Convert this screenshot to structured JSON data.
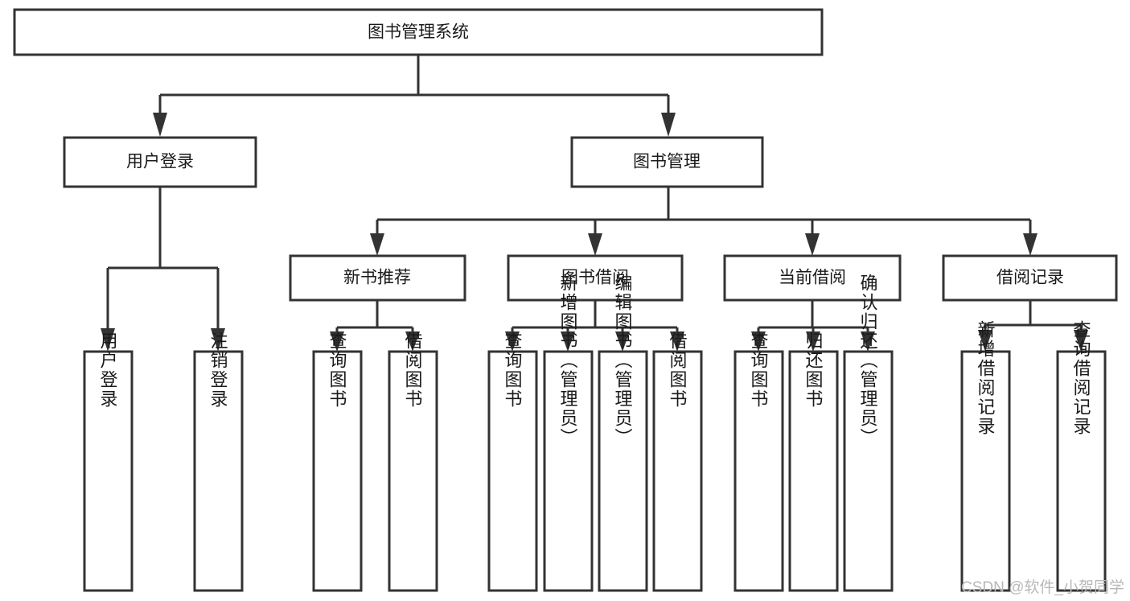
{
  "diagram": {
    "title": "图书管理系统",
    "type": "tree-hierarchy",
    "root": {
      "label": "图书管理系统"
    },
    "level1": [
      {
        "label": "用户登录"
      },
      {
        "label": "图书管理"
      }
    ],
    "level2": [
      {
        "label": "新书推荐",
        "parent": "图书管理"
      },
      {
        "label": "图书借阅",
        "parent": "图书管理"
      },
      {
        "label": "当前借阅",
        "parent": "图书管理"
      },
      {
        "label": "借阅记录",
        "parent": "图书管理"
      }
    ],
    "leaves": {
      "user_login": [
        {
          "label": "用户登录"
        },
        {
          "label": "注销登录"
        }
      ],
      "new_book_recommend": [
        {
          "label": "查询图书"
        },
        {
          "label": "借阅图书"
        }
      ],
      "book_borrow": [
        {
          "label": "查询图书"
        },
        {
          "label": "新增图书（管理员）"
        },
        {
          "label": "编辑图书（管理员）"
        },
        {
          "label": "借阅图书"
        }
      ],
      "current_borrow": [
        {
          "label": "查询图书"
        },
        {
          "label": "归还图书"
        },
        {
          "label": "确认归还（管理员）"
        }
      ],
      "borrow_record": [
        {
          "label": "新增借阅记录"
        },
        {
          "label": "查询借阅记录"
        }
      ]
    }
  },
  "watermark": {
    "text": "CSDN @软件_小贺同学"
  },
  "colors": {
    "stroke": "#333333",
    "fill": "#ffffff",
    "text": "#1a1a1a",
    "watermark": "#b8b8b8"
  }
}
